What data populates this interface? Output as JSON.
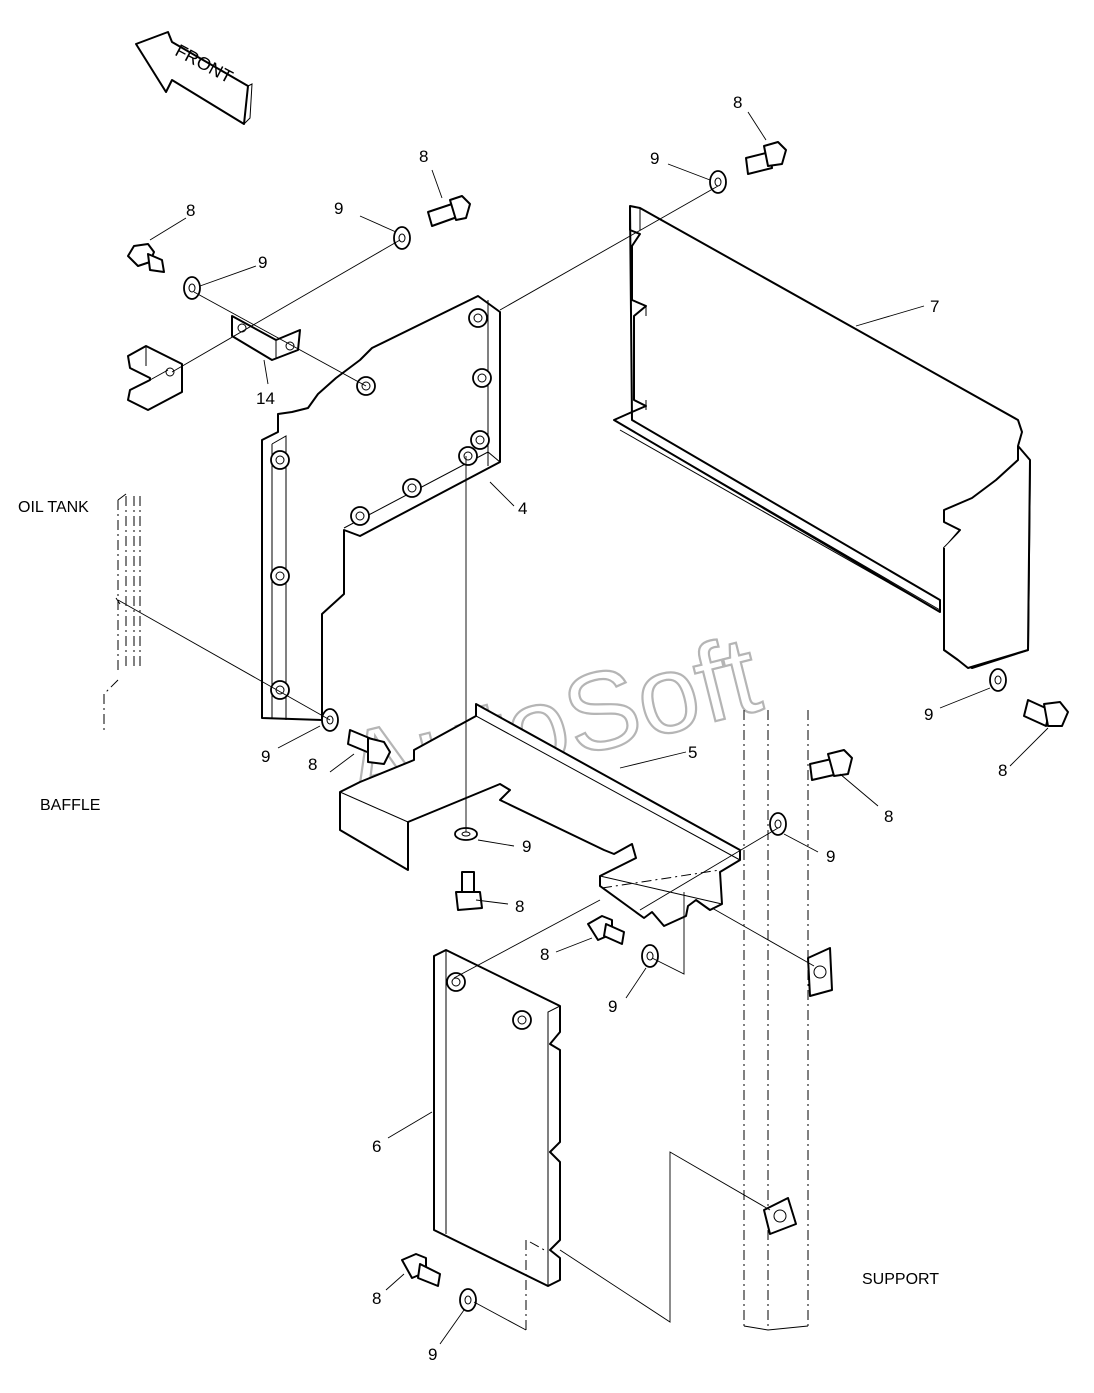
{
  "diagram": {
    "front_arrow_label": "FRONT",
    "watermark": "AutoSoft",
    "context_labels": {
      "oil_tank": "OIL TANK",
      "baffle": "BAFFLE",
      "support": "SUPPORT"
    },
    "callouts": {
      "c8a": "8",
      "c9a": "9",
      "c8b": "8",
      "c9b": "9",
      "c8c": "8",
      "c9c": "9",
      "c14": "14",
      "c7": "7",
      "c4": "4",
      "c5": "5",
      "c6": "6",
      "c9d": "9",
      "c8d": "8",
      "c9e": "9",
      "c8e": "8",
      "c9f": "9",
      "c8f": "8",
      "c8g": "8",
      "c9g": "9",
      "c8h": "8",
      "c9h": "9",
      "c8i": "8",
      "c9i": "9"
    }
  }
}
